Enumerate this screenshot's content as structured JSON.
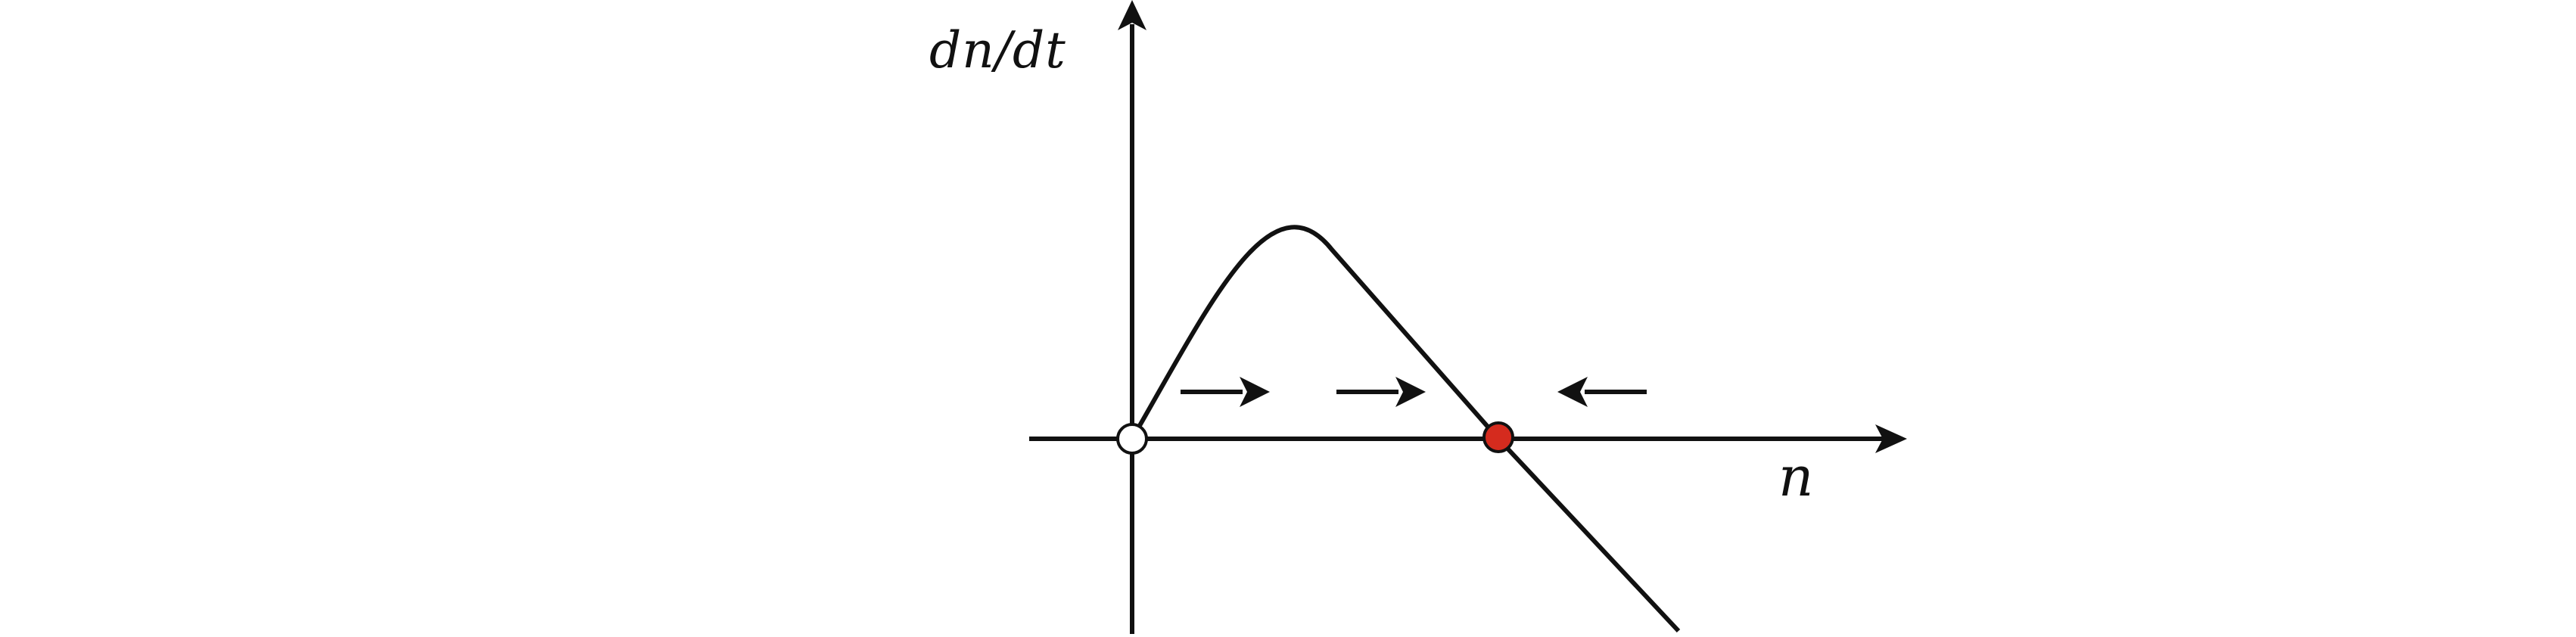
{
  "diagram": {
    "y_axis_label": "dn/dt",
    "x_axis_label": "n",
    "colors": {
      "line": "#111111",
      "unstable_fill": "#ffffff",
      "stable_fill": "#d52b1e"
    },
    "fixed_points": [
      {
        "kind": "unstable",
        "marker": "open-circle"
      },
      {
        "kind": "stable",
        "marker": "filled-circle"
      }
    ],
    "flow_arrows": [
      {
        "direction": "right"
      },
      {
        "direction": "right"
      },
      {
        "direction": "left"
      }
    ]
  }
}
